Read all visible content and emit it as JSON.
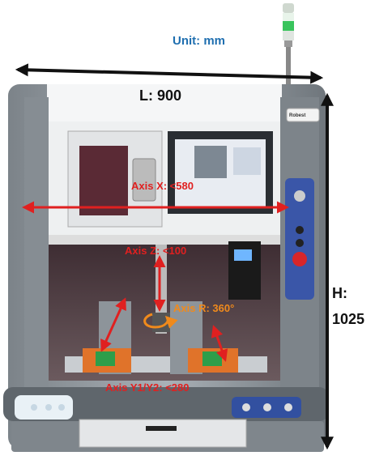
{
  "photo": {
    "subject": "automated screw-driving machine with dimension annotations",
    "brand_label": "Robest"
  },
  "annotations": {
    "unit": "Unit: mm",
    "length": "L: 900",
    "height_key": "H:",
    "height_value": "1025",
    "axis_x": "Axis X: <580",
    "axis_z": "Axis Z: <100",
    "axis_r": "Axis R: 360°",
    "axis_y": "Axis Y1/Y2: <280"
  },
  "colors": {
    "unit_text": "#1f6fb0",
    "axis_red": "#e02020",
    "axis_orange": "#f08a1c",
    "dimension_black": "#111111"
  }
}
